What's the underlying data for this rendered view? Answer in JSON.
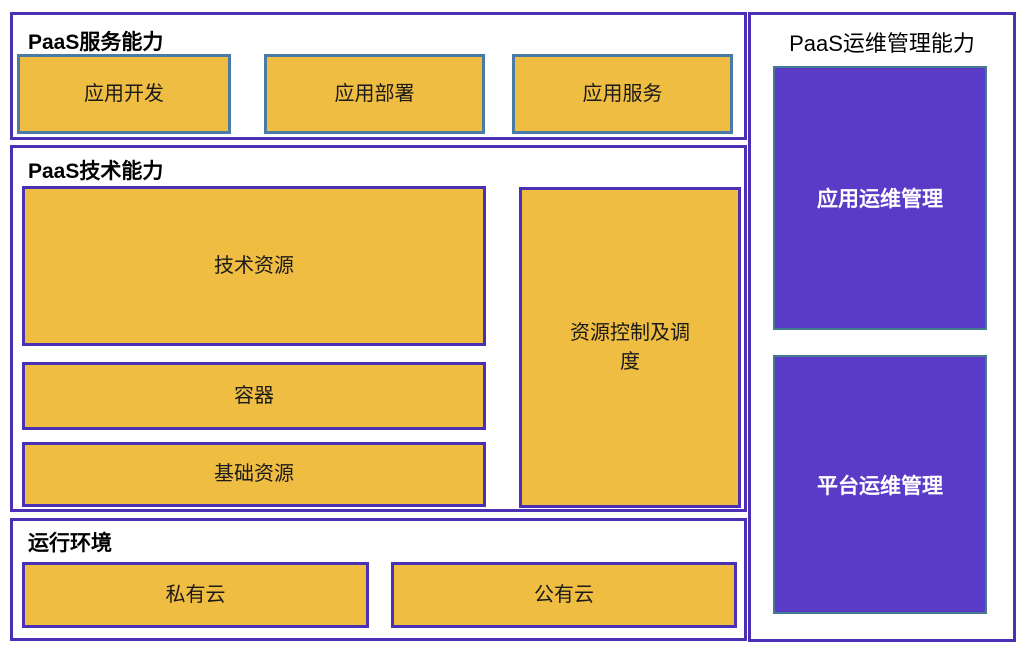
{
  "colors": {
    "purple_border": "#4B2FB5",
    "steel_border": "#4A7BA6",
    "teal_border": "#44798E",
    "orange_fill": "#EFBD42",
    "purple_fill": "#5A3BC8",
    "title_text": "#000000",
    "box_text": "#1a1a1a",
    "purple_box_text": "#ffffff"
  },
  "sections": {
    "service": {
      "title": "PaaS服务能力",
      "boxes": [
        {
          "label": "应用开发"
        },
        {
          "label": "应用部署"
        },
        {
          "label": "应用服务"
        }
      ]
    },
    "tech": {
      "title": "PaaS技术能力",
      "boxes": {
        "tech_resource": "技术资源",
        "container": "容器",
        "base_resource": "基础资源",
        "resource_control": "资源控制及调度"
      }
    },
    "runtime": {
      "title": "运行环境",
      "boxes": [
        {
          "label": "私有云"
        },
        {
          "label": "公有云"
        }
      ]
    },
    "ops": {
      "title": "PaaS运维管理能力",
      "boxes": [
        {
          "label": "应用运维管理"
        },
        {
          "label": "平台运维管理"
        }
      ]
    }
  }
}
